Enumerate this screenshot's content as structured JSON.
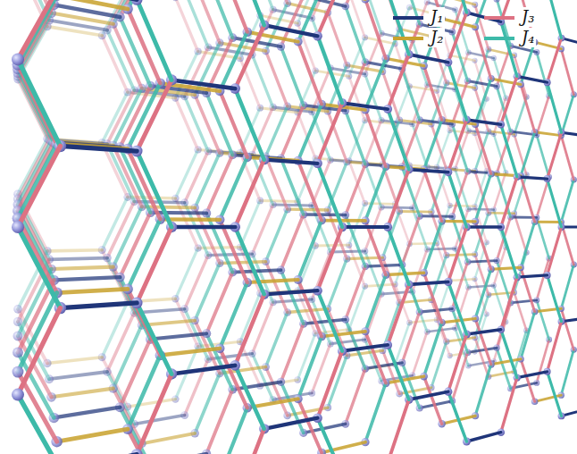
{
  "diagram": {
    "legend": [
      {
        "text": "J₁"
      },
      {
        "text": "J₂"
      },
      {
        "text": "J₃"
      },
      {
        "text": "J₄"
      }
    ]
  }
}
